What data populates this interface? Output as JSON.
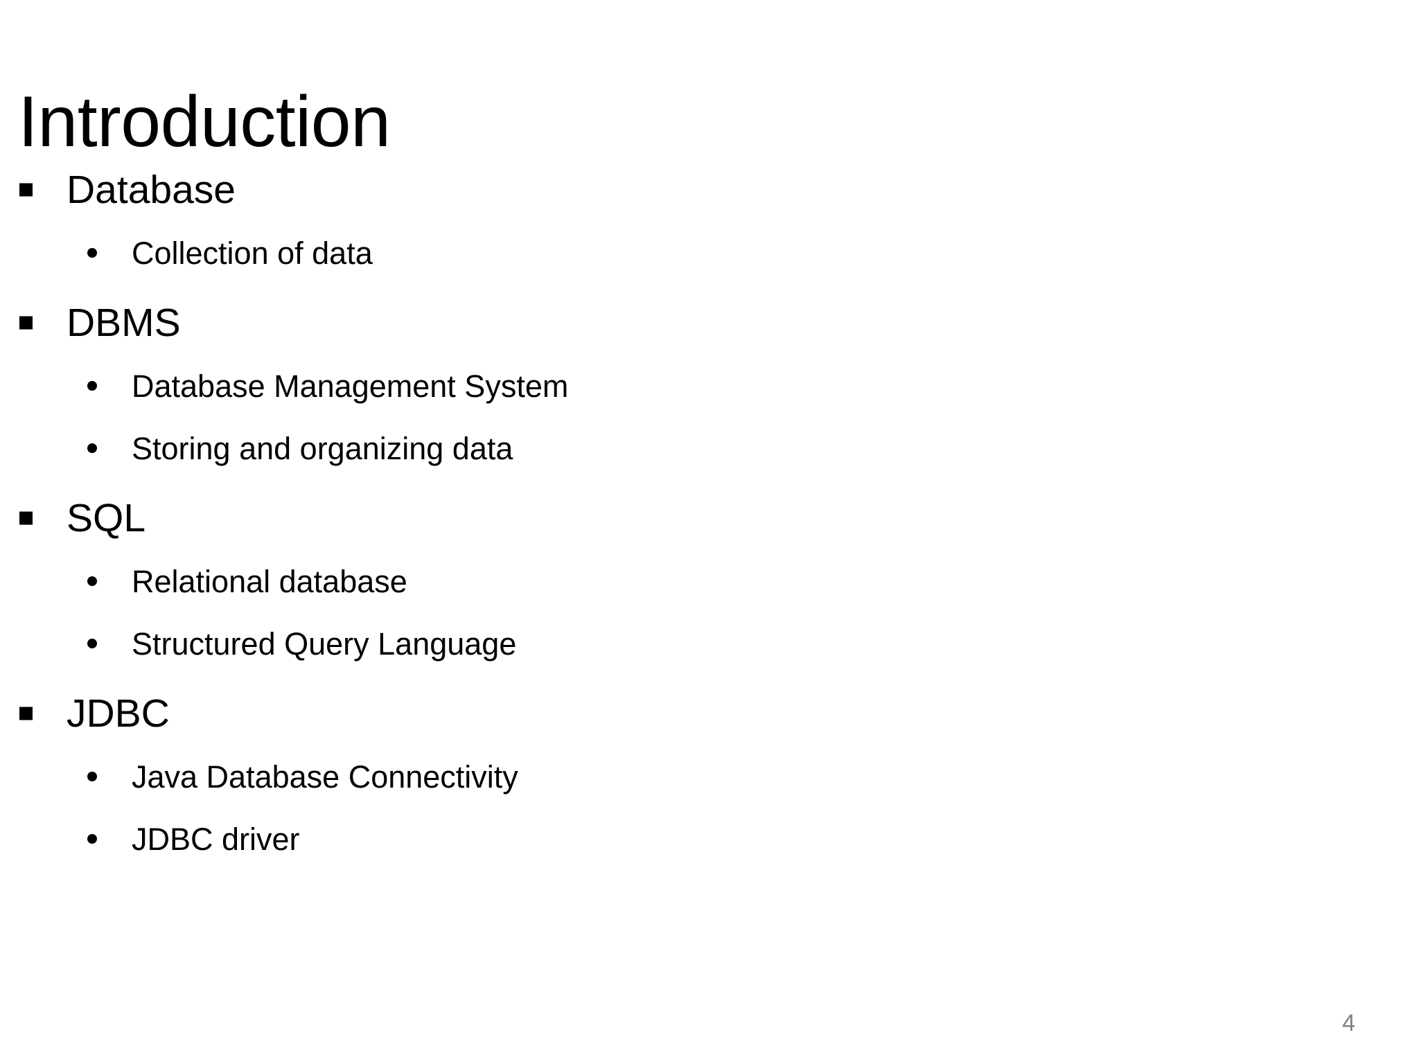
{
  "slide": {
    "title": "Introduction",
    "background_color": "#ffffff",
    "text_color": "#000000",
    "slide_number": "4",
    "slide_number_color": "#7f7f7f",
    "markers": {
      "level1": "filled-square",
      "level2": "filled-round-dot"
    },
    "bullets": [
      {
        "level": 1,
        "text": "Database"
      },
      {
        "level": 2,
        "text": "Collection of data"
      },
      {
        "level": 1,
        "text": "DBMS"
      },
      {
        "level": 2,
        "text": "Database Management System"
      },
      {
        "level": 2,
        "text": "Storing and organizing data"
      },
      {
        "level": 1,
        "text": "SQL"
      },
      {
        "level": 2,
        "text": "Relational database"
      },
      {
        "level": 2,
        "text": "Structured Query Language"
      },
      {
        "level": 1,
        "text": "JDBC"
      },
      {
        "level": 2,
        "text": "Java Database Connectivity"
      },
      {
        "level": 2,
        "text": "JDBC driver"
      }
    ]
  }
}
